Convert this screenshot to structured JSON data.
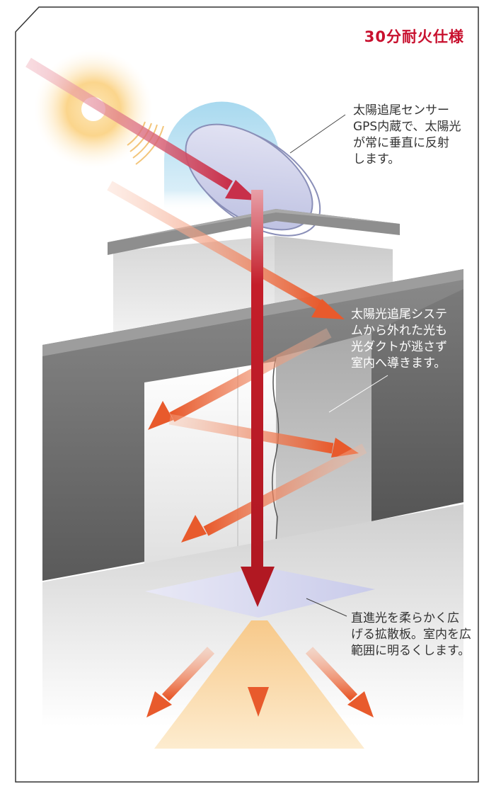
{
  "header": {
    "spec_label": "30分耐火仕様"
  },
  "annotations": {
    "sensor": "太陽追尾センサー\nGPS内蔵で、太陽光\nが常に垂直に反射\nします。",
    "duct": "太陽光追尾システ\nムから外れた光も\n光ダクトが逃さず\n室内へ導きます。",
    "diffuser": "直進光を柔らかく広\nげる拡散板。室内を広\n範囲に明るくします。"
  },
  "colors": {
    "main_beam": "#c41e2a",
    "reflected_beam": "#ea6a35",
    "accent_title": "#c8102e",
    "wall": "#6b6b6b",
    "sun": "#f5a623"
  }
}
